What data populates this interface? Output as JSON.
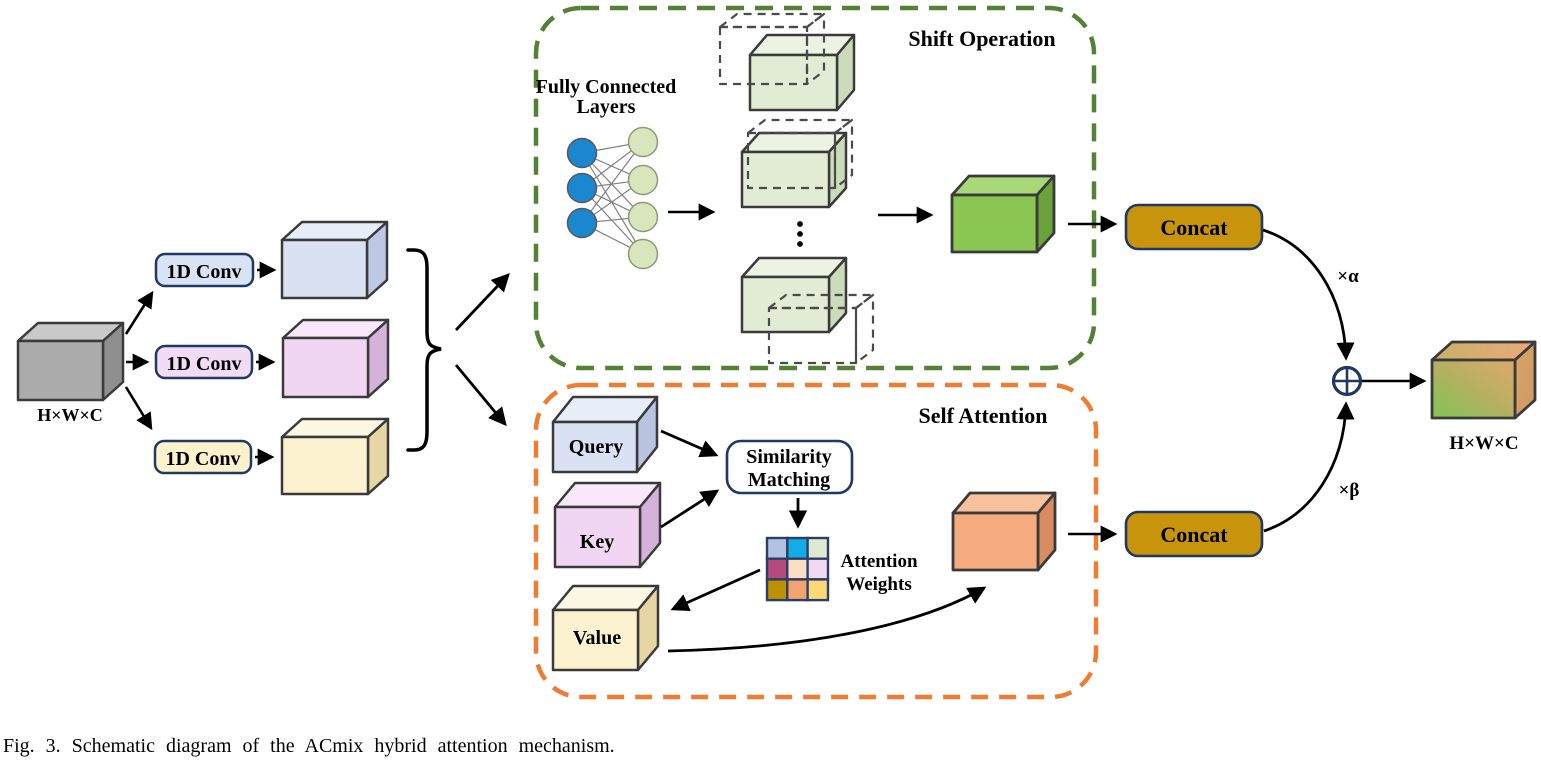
{
  "figure": {
    "caption": "Fig. 3.  Schematic diagram of the ACmix hybrid attention mechanism."
  },
  "input": {
    "label": "H×W×C"
  },
  "conv_blocks": [
    {
      "label": "1D Conv",
      "box_color": "#dae3f3",
      "cube_color": "#d9e1f2"
    },
    {
      "label": "1D Conv",
      "box_color": "#f2dbf5",
      "cube_color": "#f0d6f3"
    },
    {
      "label": "1D Conv",
      "box_color": "#fdf2cc",
      "cube_color": "#fdf2cf"
    }
  ],
  "shift": {
    "title": "Shift Operation",
    "title_color": "#538135",
    "fc_line1": "Fully Connected",
    "fc_line2": "Layers",
    "concat_label": "Concat"
  },
  "attn": {
    "title": "Self Attention",
    "title_color": "#ED7D31",
    "query_label": "Query",
    "key_label": "Key",
    "value_label": "Value",
    "sim_line1": "Similarity",
    "sim_line2": "Matching",
    "weights_line1": "Attention",
    "weights_line2": "Weights",
    "grid_colors": [
      "#b3c2e3",
      "#12ace8",
      "#dde9d0",
      "#b54a7e",
      "#fbdfc5",
      "#f2d9f2",
      "#bf9000",
      "#f2a470",
      "#fbd977"
    ],
    "concat_label": "Concat"
  },
  "fusion": {
    "alpha_label": "×α",
    "beta_label": "×β"
  },
  "output": {
    "label": "H×W×C"
  },
  "accent_colors": {
    "shift_green": "#538135",
    "attention_orange": "#ED7D31",
    "concat_gold": "#c8940c",
    "navy_border": "#1f3864",
    "green_cube": "#8bc653",
    "orange_cube": "#f5ab7e",
    "nn_blue": "#1a87d0",
    "nn_green": "#d9e6bb"
  }
}
